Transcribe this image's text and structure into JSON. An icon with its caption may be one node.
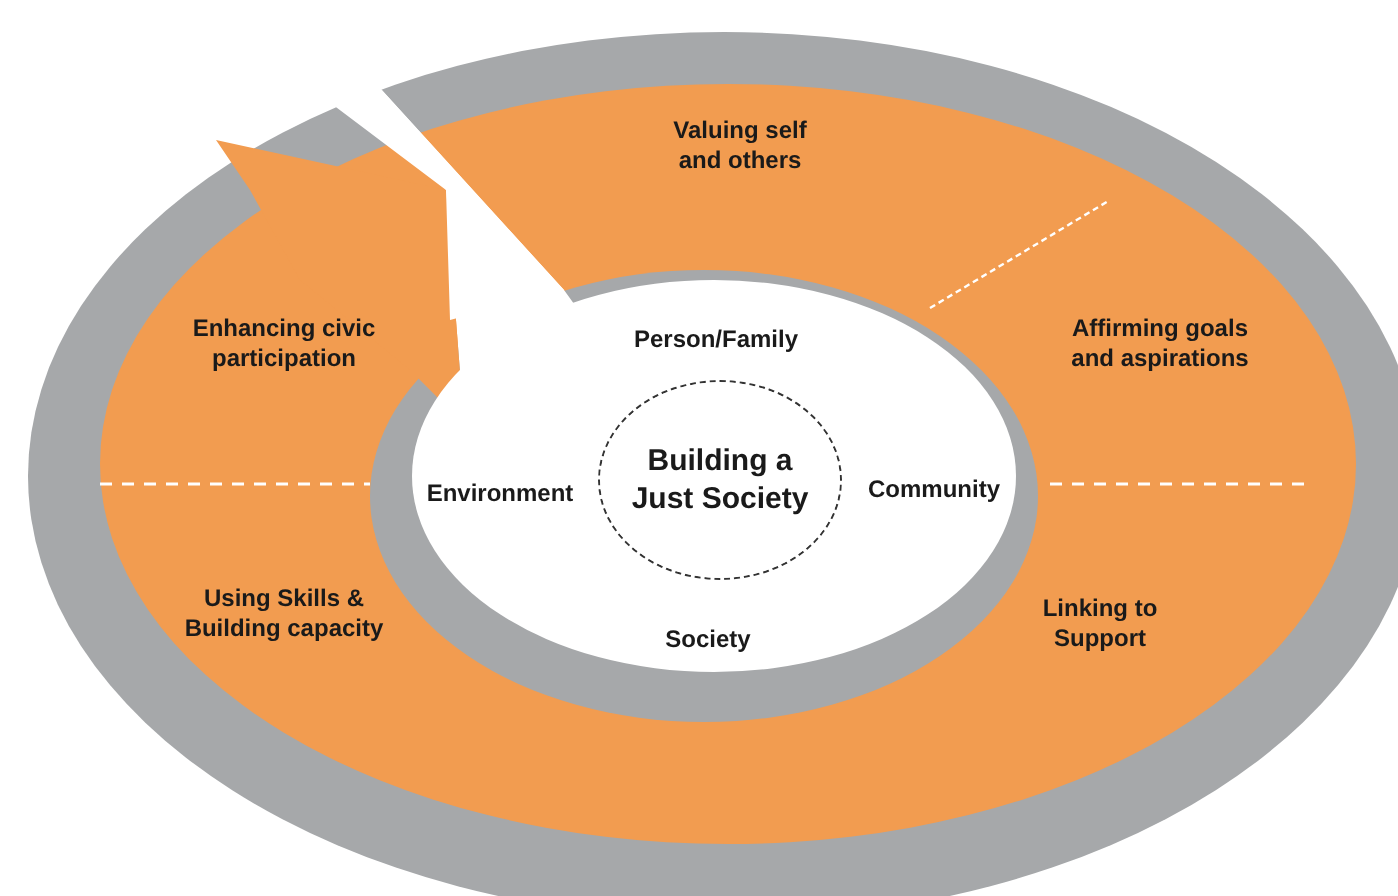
{
  "diagram": {
    "nodes": [
      {
        "text": [
          "Building a Just Society"
        ]
      }
    ],
    "labels": [
      "Valuing self and others",
      "Enhancing civic participation",
      "Person/Family",
      "Affirming goals and aspirations",
      "Environment",
      "Community",
      "Using Skills & Building capacity",
      "Linking to Support",
      "Society"
    ]
  }
}
